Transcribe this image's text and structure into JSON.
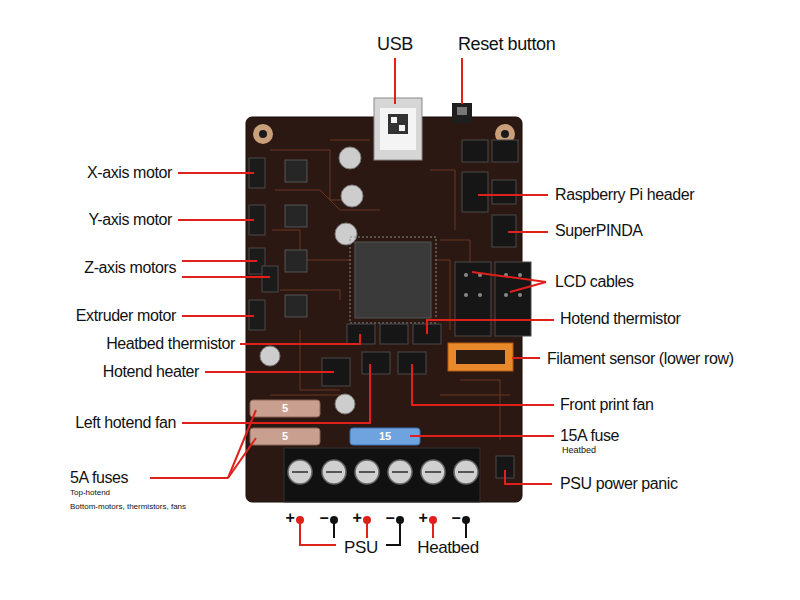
{
  "diagram": {
    "labels": [
      "USB",
      "Reset button",
      "X-axis motor",
      "Raspberry Pi header",
      "Y-axis motor",
      "SuperPINDA",
      "Z-axis motors",
      "LCD cables",
      "Extruder motor",
      "Hotend thermistor",
      "Heatbed thermistor",
      "Hotend heater",
      "Filament sensor (lower row)",
      "5",
      "Front print fan",
      "Left hotend fan",
      "5",
      "15",
      "15A fuse",
      "Heatbed",
      "5A fuses",
      "Top-hotend",
      "Bottom-motors, thermistors, fans",
      "PSU power panic",
      "+",
      "–",
      "+",
      "–",
      "+",
      "–",
      "PSU",
      "Heatbed"
    ]
  }
}
